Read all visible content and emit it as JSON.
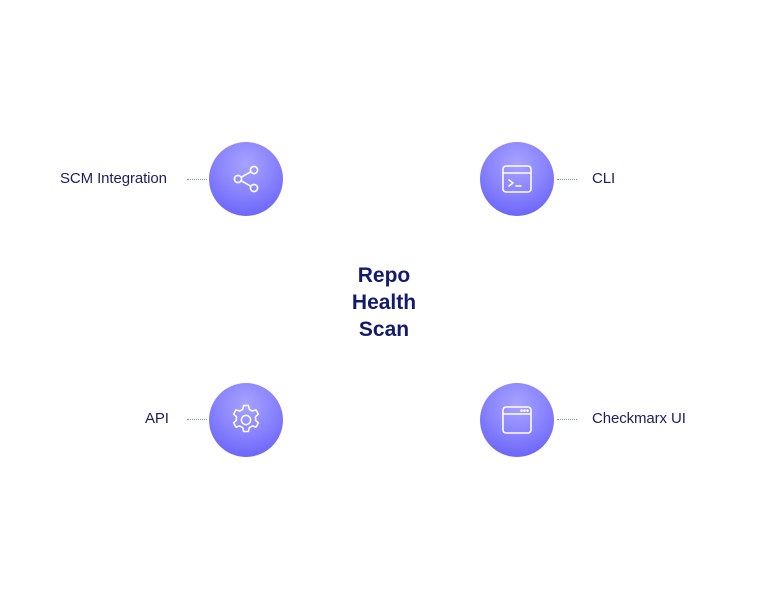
{
  "center": {
    "lines": [
      "Repo",
      "Health",
      "Scan"
    ]
  },
  "nodes": [
    {
      "label": "SCM Integration",
      "icon": "share-icon"
    },
    {
      "label": "CLI",
      "icon": "terminal-window-icon"
    },
    {
      "label": "API",
      "icon": "gear-icon"
    },
    {
      "label": "Checkmarx UI",
      "icon": "browser-window-icon"
    }
  ],
  "colors": {
    "node_light": "#a7a2ff",
    "node_dark": "#5f57f4",
    "label_text": "#1b1f5e",
    "title_text": "#141a6e",
    "connector": "#8c95c7"
  }
}
